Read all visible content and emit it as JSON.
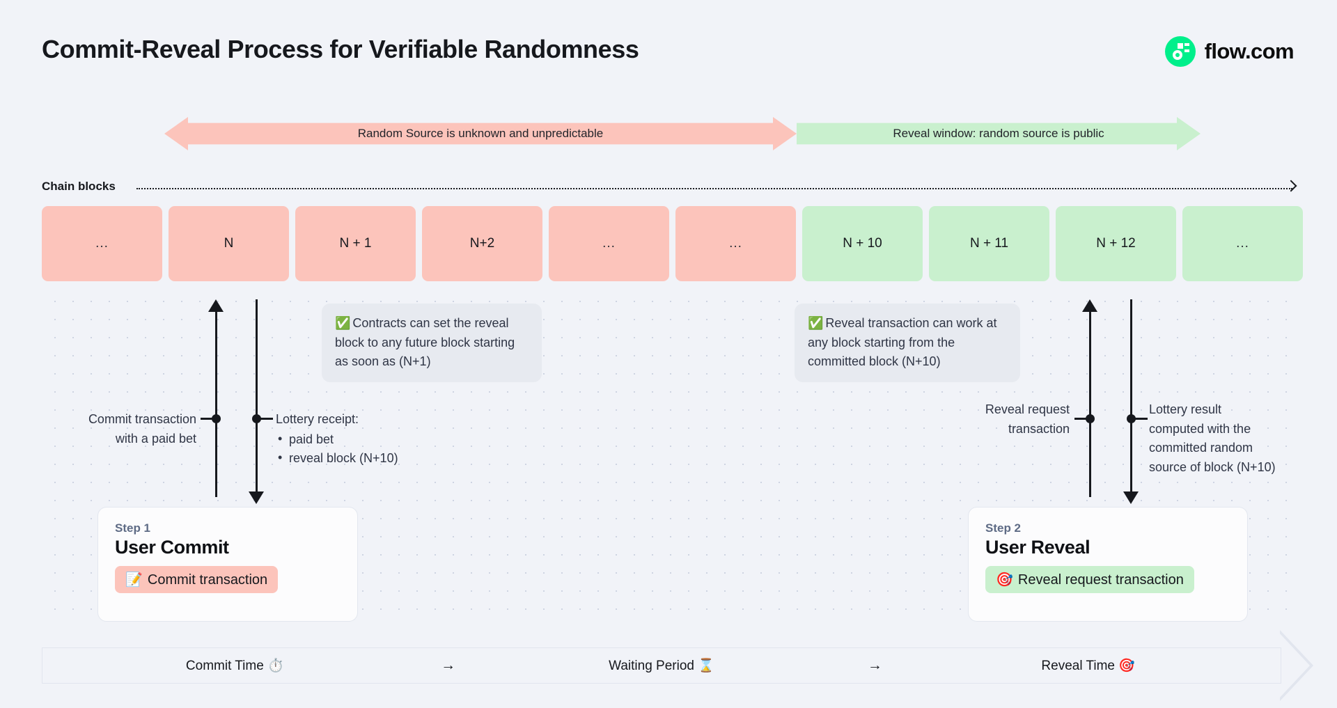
{
  "header": {
    "title": "Commit-Reveal Process for Verifiable Randomness",
    "brand_name": "flow.com",
    "brand_color": "#00ef8b"
  },
  "banners": [
    {
      "label": "Random Source is unknown and unpredictable",
      "color": "#fcc4bb",
      "direction": "both"
    },
    {
      "label": "Reveal window: random source is public",
      "color": "#c9f0ce",
      "direction": "right"
    }
  ],
  "chain": {
    "label": "Chain blocks",
    "blocks": [
      {
        "label": "...",
        "state": "pink"
      },
      {
        "label": "N",
        "state": "pink"
      },
      {
        "label": "N + 1",
        "state": "pink"
      },
      {
        "label": "N+2",
        "state": "pink"
      },
      {
        "label": "...",
        "state": "pink"
      },
      {
        "label": "...",
        "state": "pink"
      },
      {
        "label": "N + 10",
        "state": "green"
      },
      {
        "label": "N + 11",
        "state": "green"
      },
      {
        "label": "N + 12",
        "state": "green"
      },
      {
        "label": "...",
        "state": "green"
      }
    ]
  },
  "callouts": {
    "left": {
      "icon": "✅",
      "text": "Contracts can set the reveal block to any future block starting as soon as (N+1)"
    },
    "right": {
      "icon": "✅",
      "text": "Reveal transaction can work at any block starting from the committed block (N+10)"
    }
  },
  "annotations": {
    "commit": {
      "line1": "Commit transaction",
      "line2": "with a paid bet"
    },
    "receipt": {
      "title": "Lottery receipt:",
      "items": [
        "paid bet",
        "reveal block (N+10)"
      ]
    },
    "reveal_request": {
      "line1": "Reveal request",
      "line2": "transaction"
    },
    "lottery_result": {
      "line1": "Lottery result",
      "line2": "computed with the",
      "line3": "committed random",
      "line4": "source of block (N+10)"
    }
  },
  "steps": [
    {
      "kicker": "Step 1",
      "title": "User Commit",
      "pill_icon": "📝",
      "pill_label": "Commit transaction",
      "pill_color": "#fcc4bb"
    },
    {
      "kicker": "Step 2",
      "title": "User Reveal",
      "pill_icon": "🎯",
      "pill_label": "Reveal request transaction",
      "pill_color": "#c9f0ce"
    }
  ],
  "timeline": {
    "segments": [
      "Commit Time ⏱️",
      "Waiting Period ⌛",
      "Reveal Time 🎯"
    ],
    "separator": "→"
  }
}
